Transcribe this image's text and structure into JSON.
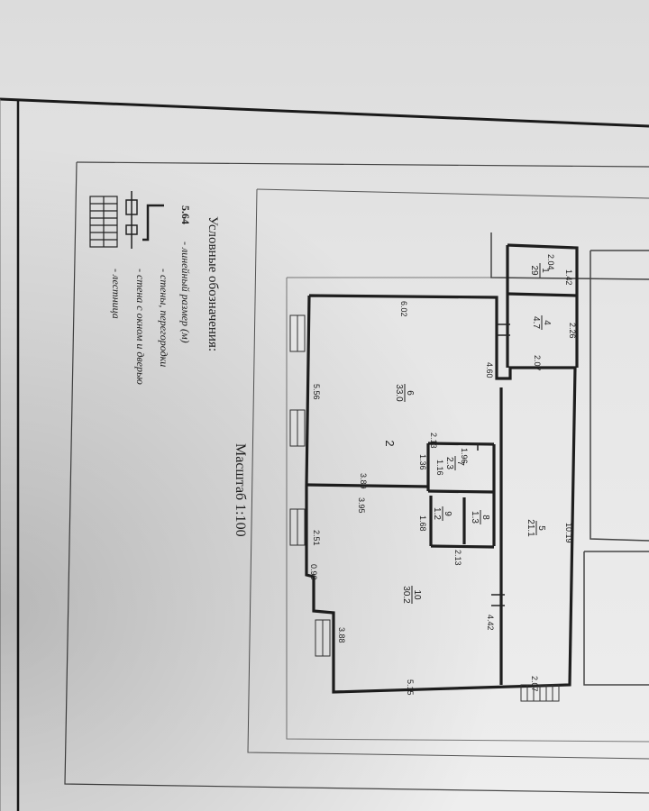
{
  "legend": {
    "title": "Условные обозначения:",
    "sample_dim": "5.64",
    "items": [
      "- линейный размер (м)",
      "- стены, перегородки",
      "- стена с окном и дверью",
      "- лестница"
    ]
  },
  "scale_label": "Масштаб 1:100",
  "floor_number": "2",
  "rooms": [
    {
      "id": "room-1",
      "number": "1",
      "area": "29",
      "dims": [
        "2.04",
        "1.42"
      ]
    },
    {
      "id": "room-4",
      "number": "4",
      "area": "4.7",
      "dims": [
        "2.26",
        "2.07"
      ]
    },
    {
      "id": "room-6",
      "number": "6",
      "area": "33.0",
      "dims": [
        "6.02",
        "5.56",
        "4.60"
      ]
    },
    {
      "id": "room-7",
      "number": "7",
      "area": "2.3",
      "dims": [
        "1.96",
        "1.16",
        "1.36",
        "2.13"
      ]
    },
    {
      "id": "room-8",
      "number": "8",
      "area": "1.3",
      "dims": []
    },
    {
      "id": "room-9",
      "number": "9",
      "area": "1.2",
      "dims": [
        "1.68",
        "2.13"
      ]
    },
    {
      "id": "room-5",
      "number": "5",
      "area": "21.1",
      "dims": [
        "10.19",
        "4.42",
        "2.07"
      ]
    },
    {
      "id": "room-10",
      "number": "10",
      "area": "30.2",
      "dims": [
        "3.89",
        "3.95",
        "2.51",
        "0.93",
        "3.88",
        "5.15"
      ]
    }
  ],
  "colors": {
    "ink": "#222222",
    "paper": "#ececec",
    "frame": "#111111"
  }
}
